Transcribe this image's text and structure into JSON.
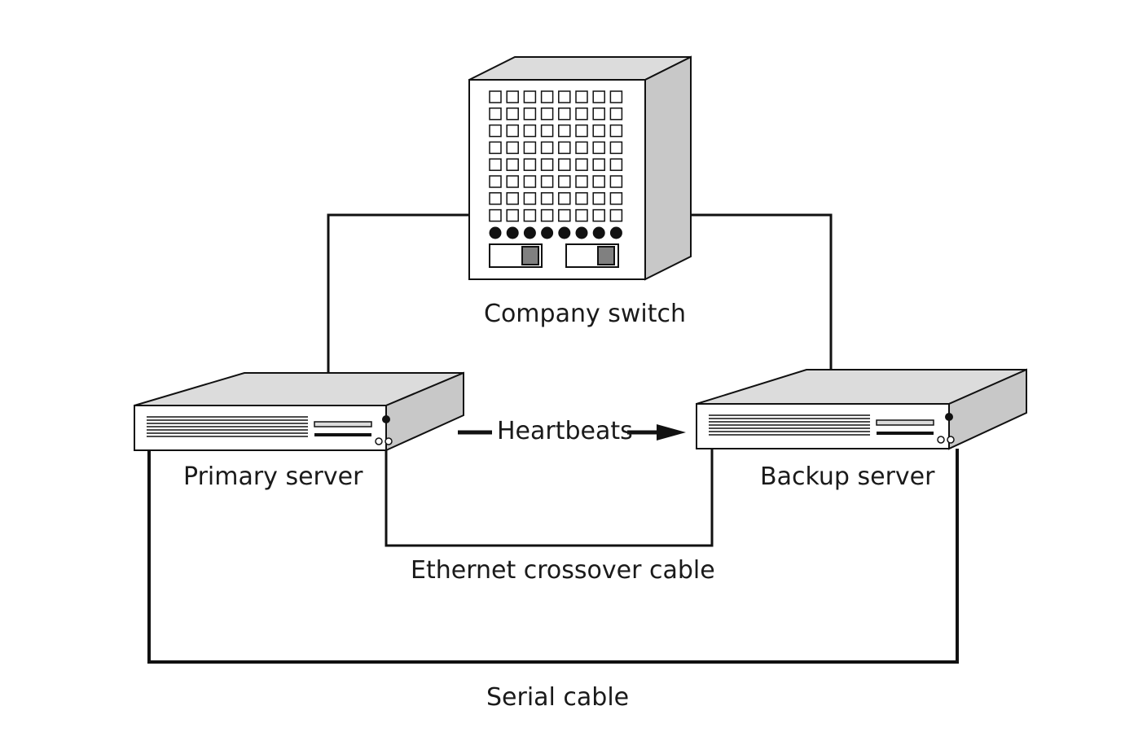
{
  "labels": {
    "switch": "Company switch",
    "primary": "Primary server",
    "backup": "Backup server",
    "heartbeats": "Heartbeats",
    "crossover": "Ethernet crossover cable",
    "serial": "Serial cable"
  },
  "colors": {
    "line": "#111111",
    "front": "#ffffff",
    "side": "#c8c8c8",
    "top": "#dcdcdc",
    "port_dark": "#111111",
    "indicator": "#808080"
  }
}
